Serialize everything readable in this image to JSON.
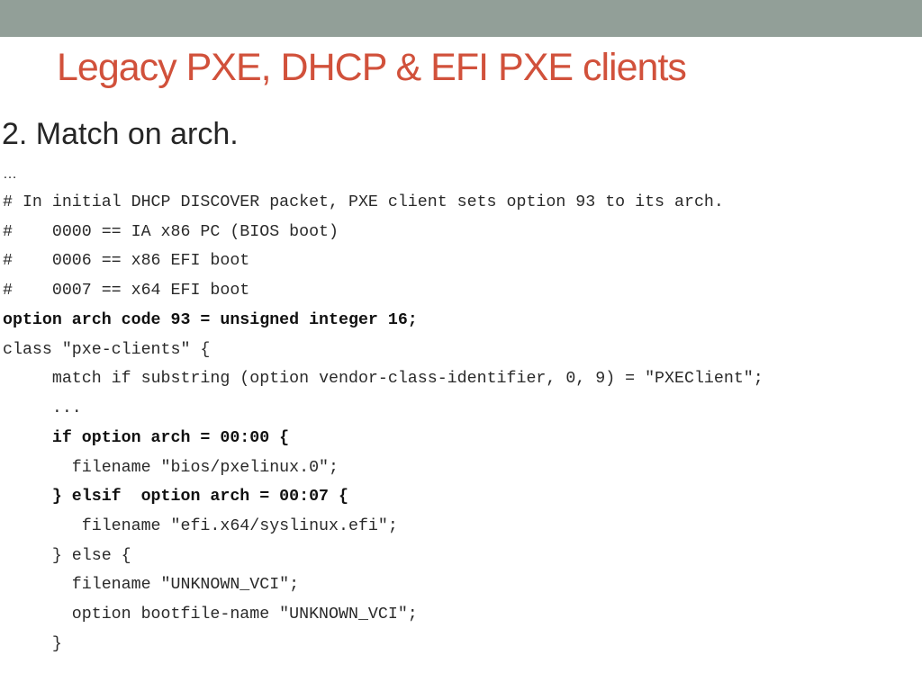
{
  "slide": {
    "title": "Legacy PXE, DHCP & EFI PXE clients",
    "subtitle": "2. Match on arch.",
    "colors": {
      "top_bar": "#929f98",
      "title": "#d1513b",
      "text": "#262626"
    }
  },
  "code": {
    "lines": [
      "…",
      "# In initial DHCP DISCOVER packet, PXE client sets option 93 to its arch.",
      "#    0000 == IA x86 PC (BIOS boot)",
      "#    0006 == x86 EFI boot",
      "#    0007 == x64 EFI boot",
      "option arch code 93 = unsigned integer 16;",
      "class \"pxe-clients\" {",
      "     match if substring (option vendor-class-identifier, 0, 9) = \"PXEClient\";",
      "     ...",
      "     if option arch = 00:00 {",
      "       filename \"bios/pxelinux.0\";",
      "     } elsif  option arch = 00:07 {",
      "        filename \"efi.x64/syslinux.efi\";",
      "     } else {",
      "       filename \"UNKNOWN_VCI\";",
      "       option bootfile-name \"UNKNOWN_VCI\";",
      "     }"
    ]
  }
}
